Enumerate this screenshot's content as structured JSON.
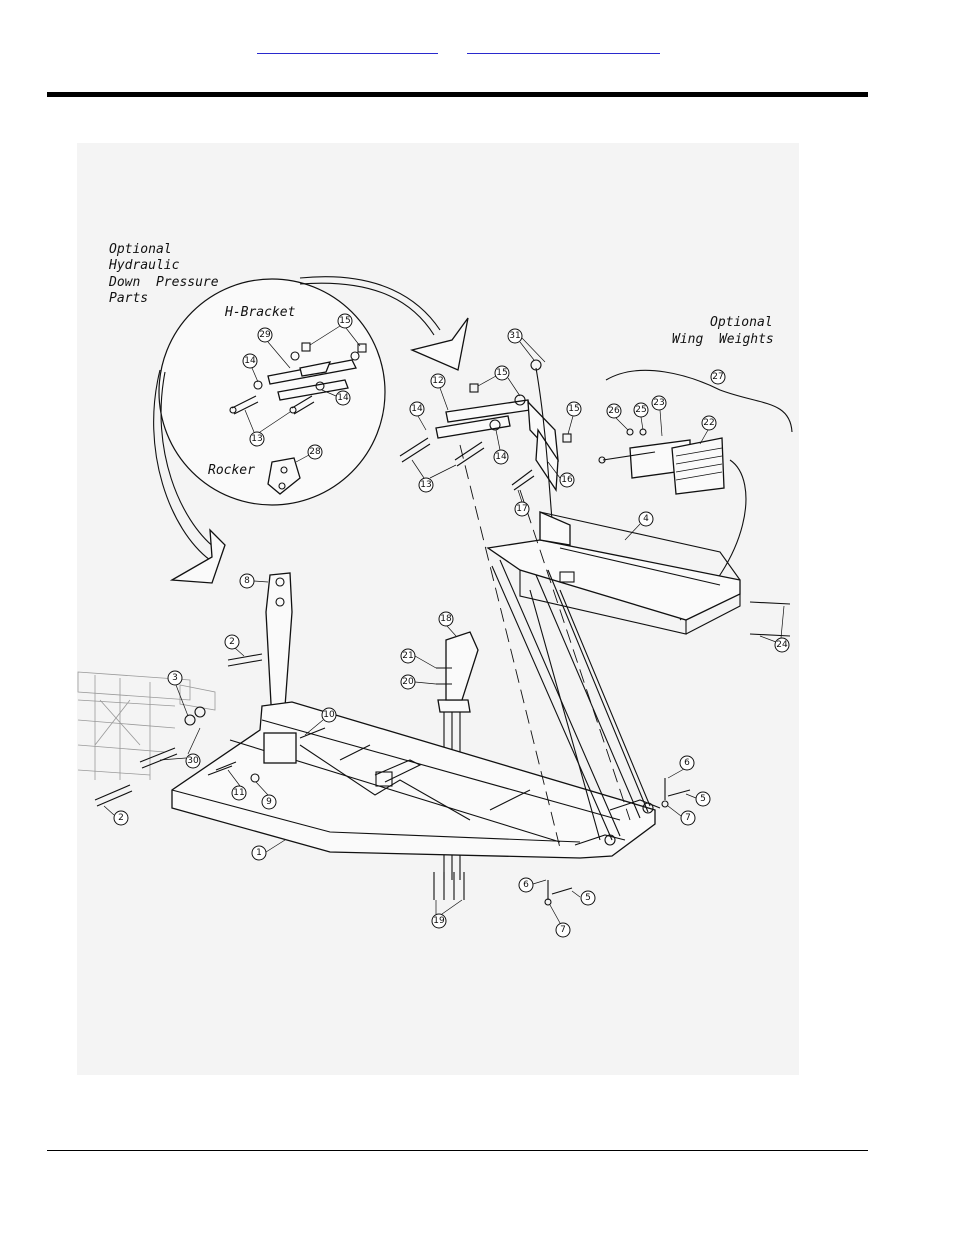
{
  "header": {
    "links": [
      {
        "label": ""
      },
      {
        "label": ""
      }
    ]
  },
  "drawing": {
    "labels": {
      "optional_hydraulic": [
        "Optional",
        "Hydraulic",
        "Down  Pressure",
        "Parts"
      ],
      "h_bracket": "H-Bracket",
      "rocker": "Rocker",
      "optional_wing_weights": [
        "Optional",
        "Wing  Weights"
      ]
    },
    "callouts": [
      "1",
      "2",
      "2",
      "3",
      "4",
      "5",
      "5",
      "6",
      "6",
      "7",
      "7",
      "8",
      "9",
      "10",
      "11",
      "12",
      "13",
      "13",
      "14",
      "14",
      "14",
      "14",
      "15",
      "15",
      "15",
      "16",
      "17",
      "18",
      "19",
      "20",
      "21",
      "22",
      "23",
      "24",
      "25",
      "26",
      "27",
      "28",
      "29",
      "30",
      "31"
    ]
  }
}
